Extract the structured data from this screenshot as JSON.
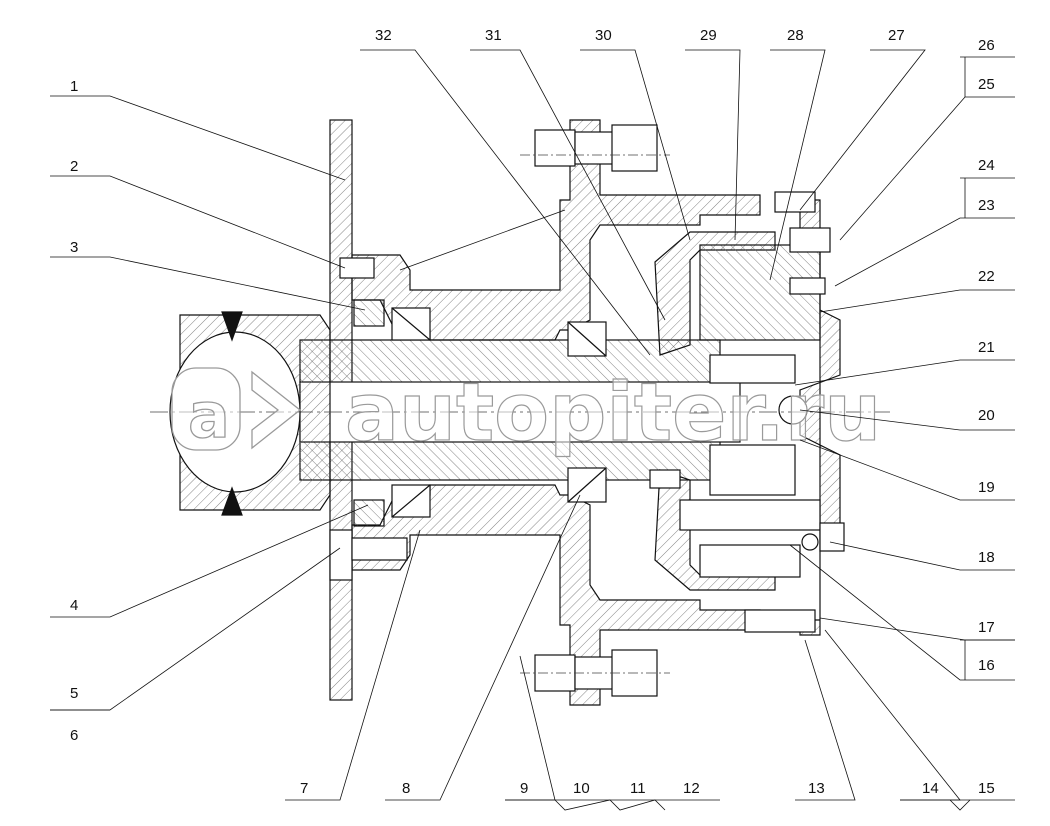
{
  "watermark": {
    "brand": "autopiter.ru"
  },
  "callouts": {
    "c1": "1",
    "c2": "2",
    "c3": "3",
    "c4": "4",
    "c5": "5",
    "c6": "6",
    "c7": "7",
    "c8": "8",
    "c9": "9",
    "c10": "10",
    "c11": "11",
    "c12": "12",
    "c13": "13",
    "c14": "14",
    "c15": "15",
    "c16": "16",
    "c17": "17",
    "c18": "18",
    "c19": "19",
    "c20": "20",
    "c21": "21",
    "c22": "22",
    "c23": "23",
    "c24": "24",
    "c25": "25",
    "c26": "26",
    "c27": "27",
    "c28": "28",
    "c29": "29",
    "c30": "30",
    "c31": "31",
    "c32": "32"
  },
  "colors": {
    "line": "#111111",
    "hatch": "#555555",
    "watermark_stroke": "#9a9a9a"
  }
}
